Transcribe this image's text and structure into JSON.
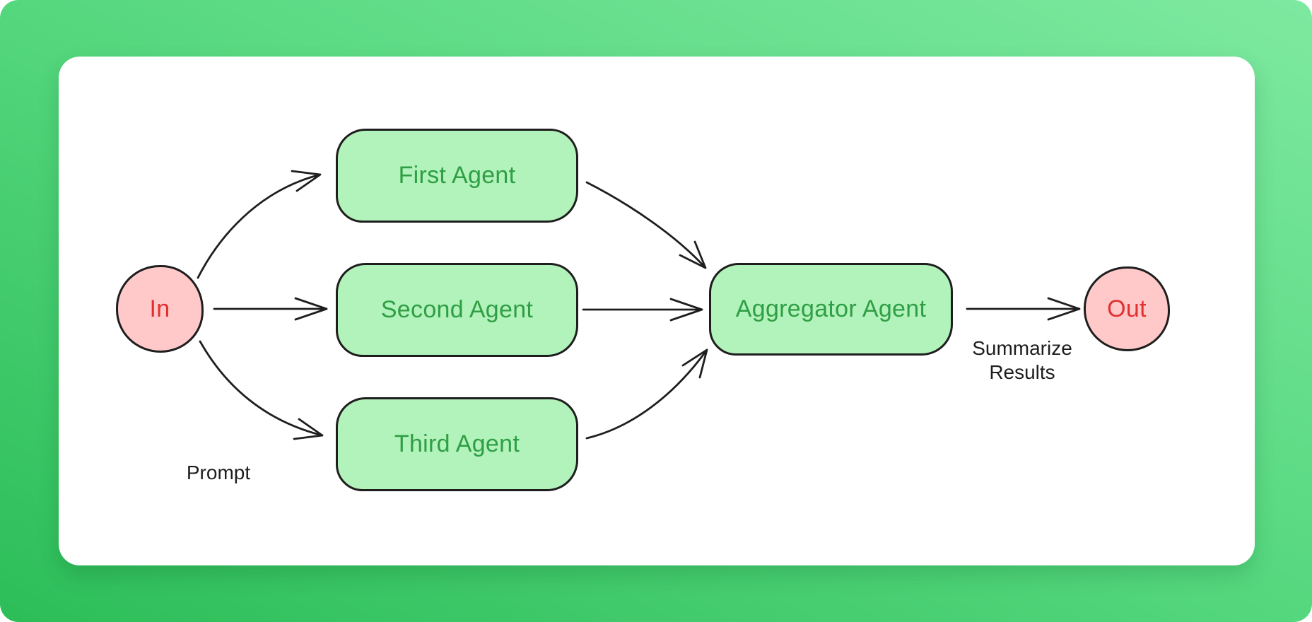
{
  "theme": {
    "background_gradient_start": "#2cbd58",
    "background_gradient_end": "#7ee9a0",
    "card_background": "#ffffff",
    "agent_box_fill": "#b2f2bb",
    "agent_box_text": "#2f9e44",
    "io_circle_fill": "#ffc9c9",
    "io_circle_text": "#e03131",
    "stroke_color": "#1e1e1e"
  },
  "diagram": {
    "nodes": {
      "in": {
        "label": "In",
        "shape": "circle"
      },
      "first_agent": {
        "label": "First Agent",
        "shape": "rounded-rect"
      },
      "second_agent": {
        "label": "Second Agent",
        "shape": "rounded-rect"
      },
      "third_agent": {
        "label": "Third Agent",
        "shape": "rounded-rect"
      },
      "aggregator_agent": {
        "label": "Aggregator Agent",
        "shape": "rounded-rect"
      },
      "out": {
        "label": "Out",
        "shape": "circle"
      }
    },
    "edge_labels": {
      "prompt": "Prompt",
      "summarize_results": "Summarize Results"
    },
    "edges": [
      {
        "from": "In",
        "to": "First Agent"
      },
      {
        "from": "In",
        "to": "Second Agent"
      },
      {
        "from": "In",
        "to": "Third Agent",
        "label": "Prompt"
      },
      {
        "from": "First Agent",
        "to": "Aggregator Agent"
      },
      {
        "from": "Second Agent",
        "to": "Aggregator Agent"
      },
      {
        "from": "Third Agent",
        "to": "Aggregator Agent"
      },
      {
        "from": "Aggregator Agent",
        "to": "Out",
        "label": "Summarize Results"
      }
    ]
  }
}
